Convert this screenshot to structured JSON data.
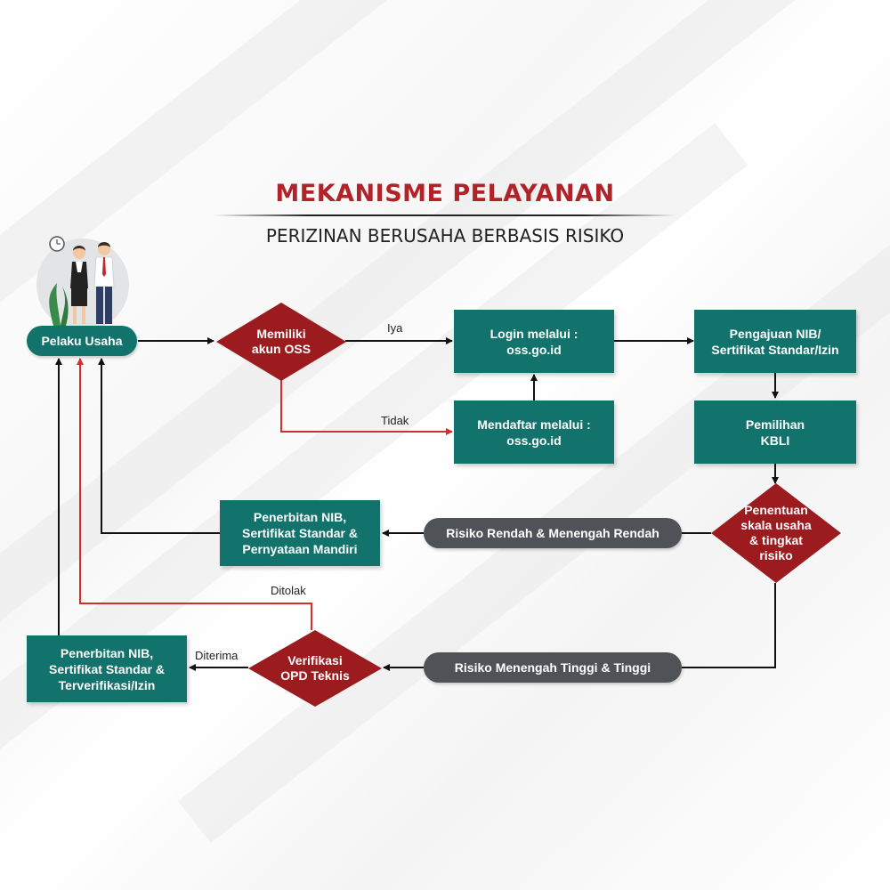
{
  "header": {
    "title": "MEKANISME PELAYANAN",
    "subtitle": "PERIZINAN BERUSAHA BERBASIS RISIKO"
  },
  "colors": {
    "teal": "#12726c",
    "red": "#9b1b1f",
    "grey": "#4f5358",
    "arrow_red": "#d62c2c",
    "arrow_black": "#111111"
  },
  "nodes": {
    "pelaku_usaha": "Pelaku Usaha",
    "memiliki_akun": "Memiliki\nakun OSS",
    "login": "Login melalui :\noss.go.id",
    "mendaftar": "Mendaftar melalui :\noss.go.id",
    "pengajuan": "Pengajuan NIB/\nSertifikat Standar/Izin",
    "pemilihan": "Pemilihan\nKBLI",
    "penentuan": "Penentuan\nskala usaha\n& tingkat\nrisiko",
    "risiko_rendah": "Risiko Rendah & Menengah Rendah",
    "penerbitan_mandiri": "Penerbitan NIB,\nSertifikat Standar &\nPernyataan Mandiri",
    "risiko_tinggi": "Risiko Menengah Tinggi & Tinggi",
    "verifikasi": "Verifikasi\nOPD Teknis",
    "penerbitan_terverifikasi": "Penerbitan NIB,\nSertifikat Standar &\nTerverifikasi/Izin"
  },
  "edge_labels": {
    "iya": "Iya",
    "tidak": "Tidak",
    "ditolak": "Ditolak",
    "diterima": "Diterima"
  }
}
